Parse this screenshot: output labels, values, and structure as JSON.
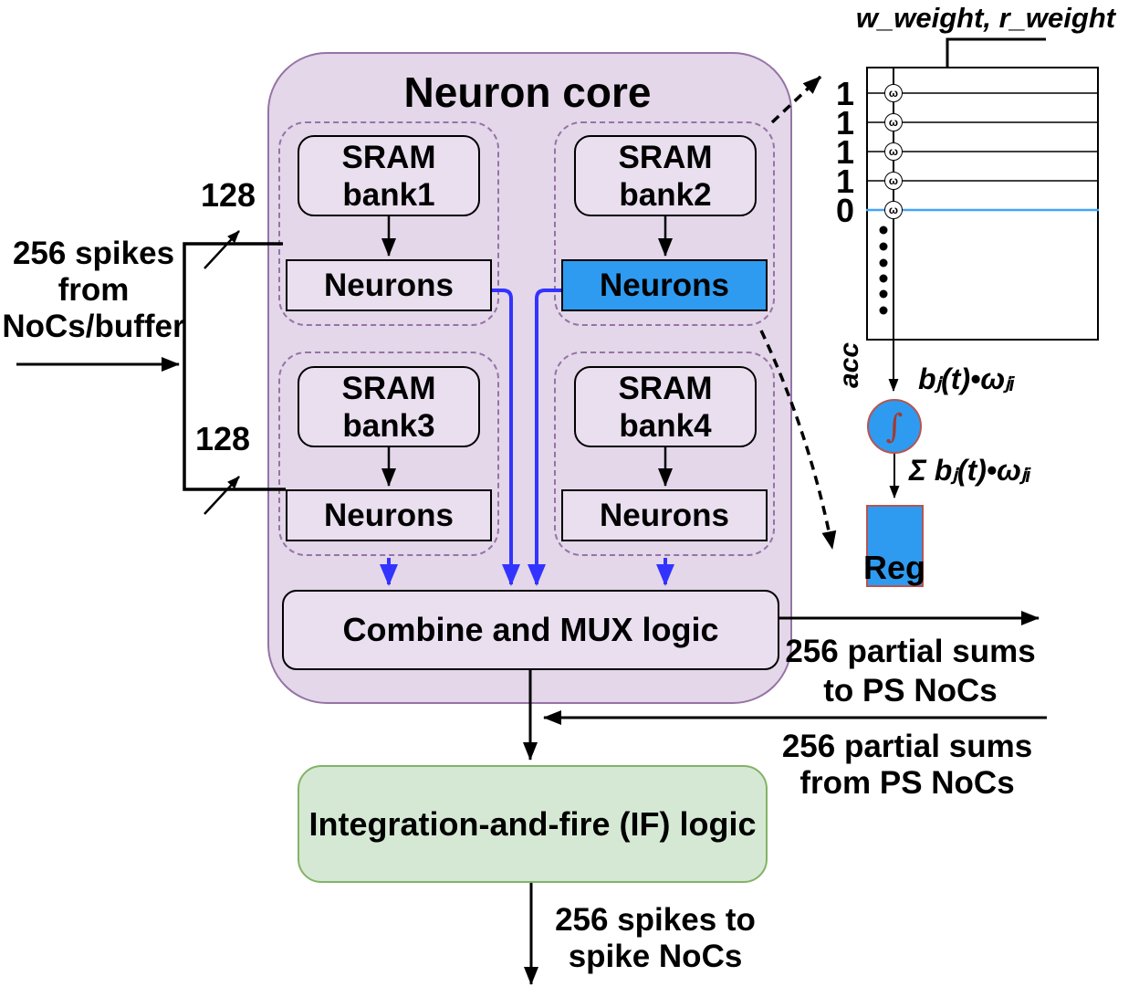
{
  "left": {
    "input_label": "256 spikes\nfrom\nNoCs/buffer",
    "bus_width_top": "128",
    "bus_width_bottom": "128"
  },
  "core": {
    "title": "Neuron core",
    "banks": [
      {
        "sram": "SRAM\nbank1",
        "neurons": "Neurons"
      },
      {
        "sram": "SRAM\nbank2",
        "neurons": "Neurons"
      },
      {
        "sram": "SRAM\nbank3",
        "neurons": "Neurons"
      },
      {
        "sram": "SRAM\nbank4",
        "neurons": "Neurons"
      }
    ],
    "combine": "Combine and MUX logic"
  },
  "outputs": {
    "to_ps": "256 partial sums\nto PS NoCs",
    "from_ps": "256 partial sums\nfrom PS NoCs",
    "if_logic": "Integration-and-fire (IF) logic",
    "spikes_out": "256 spikes to\nspike NoCs"
  },
  "detail": {
    "weights_label": "w_weight, r_weight",
    "rows": [
      {
        "bit": "1"
      },
      {
        "bit": "1"
      },
      {
        "bit": "1"
      },
      {
        "bit": "1"
      },
      {
        "bit": "0"
      }
    ],
    "omega": "ω",
    "acc_label": "acc",
    "integral": "∫",
    "product_label": "bⱼ(t)•ωⱼᵢ",
    "sum_label": "Σ bⱼ(t)•ωⱼᵢ",
    "reg_label": "Reg"
  },
  "colors": {
    "core_fill": "#e3d7e9",
    "core_border": "#9673a6",
    "highlight_blue": "#2e9bf0",
    "wire_blue": "#3333ff",
    "if_fill": "#d5e8d4",
    "if_border": "#82b366",
    "reg_border": "#b85450",
    "clock_triangle": "#f8cecc",
    "active_row_line": "#45a3f5"
  }
}
